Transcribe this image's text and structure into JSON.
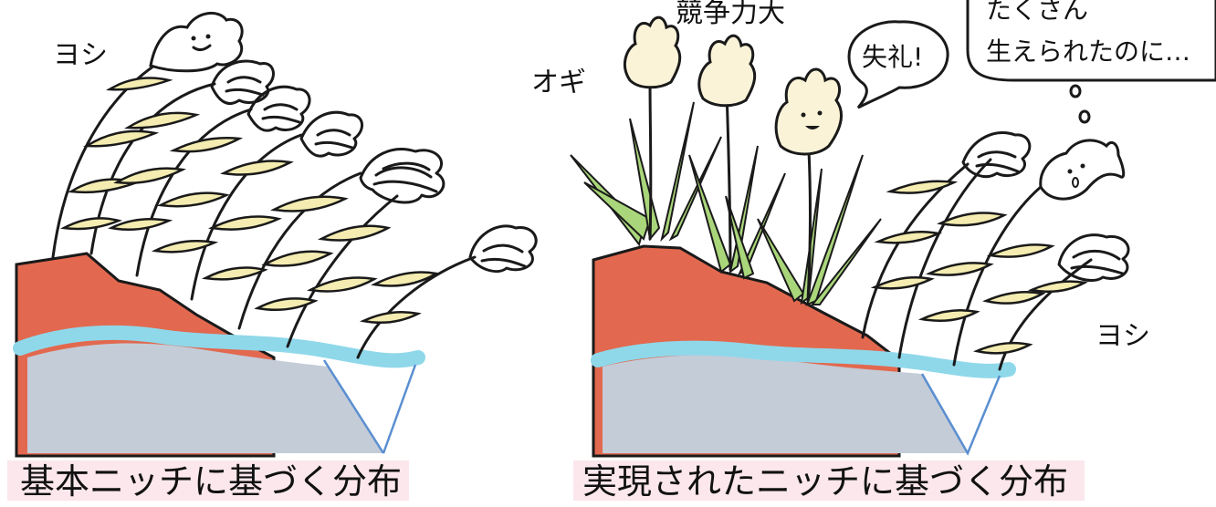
{
  "left_panel": {
    "species_label": "ヨシ",
    "caption": "基本ニッチに基づく分布"
  },
  "right_panel": {
    "ogi_label": "オギ",
    "strength_label": "競争力大",
    "ogi_speech": "失礼!",
    "yoshi_label": "ヨシ",
    "thought_line1": "たくさん",
    "thought_line2": "生えられたのに…",
    "caption": "実現されたニッチに基づく分布"
  },
  "colors": {
    "bank": "#e2694f",
    "water_surface": "#8fd8ea",
    "water_body": "#c4ccd8",
    "reed_leaf": "#f4ecb0",
    "ogi_blade": "#a9d67a",
    "ogi_plume": "#fbf3d8",
    "caption_bg": "#fbe7ec"
  }
}
